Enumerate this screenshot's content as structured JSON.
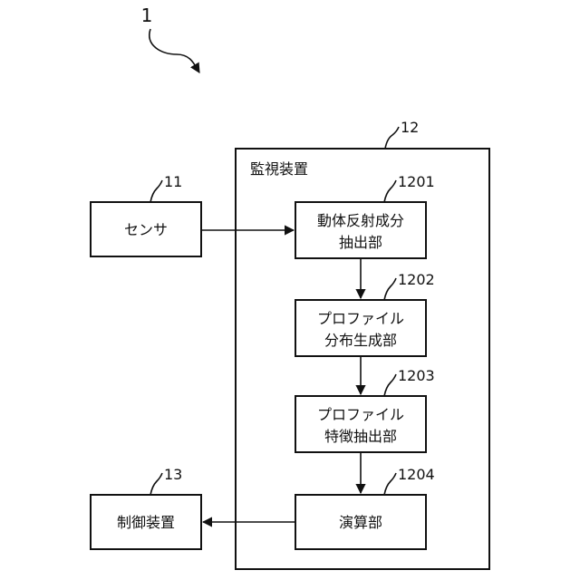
{
  "figure": {
    "ref_label": "1"
  },
  "monitor": {
    "ref": "12",
    "title": "監視装置"
  },
  "sensor": {
    "ref": "11",
    "label": "センサ"
  },
  "controller": {
    "ref": "13",
    "label": "制御装置"
  },
  "blocks": [
    {
      "ref": "1201",
      "line1": "動体反射成分",
      "line2": "抽出部"
    },
    {
      "ref": "1202",
      "line1": "プロファイル",
      "line2": "分布生成部"
    },
    {
      "ref": "1203",
      "line1": "プロファイル",
      "line2": "特徴抽出部"
    },
    {
      "ref": "1204",
      "line1": "演算部",
      "line2": ""
    }
  ]
}
